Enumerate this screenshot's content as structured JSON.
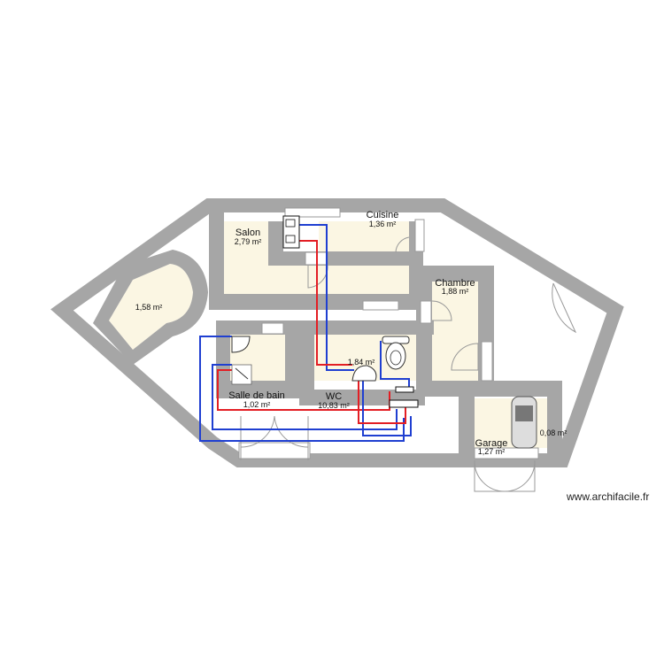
{
  "plan": {
    "colors": {
      "wall": "#a6a6a6",
      "floor": "#fbf6e3",
      "hot_pipe": "#e31e24",
      "cold_pipe": "#1f3fd1",
      "door": "#999999",
      "background": "#ffffff"
    },
    "rooms": [
      {
        "name": "Salon",
        "area": "2,79 m²"
      },
      {
        "name": "Cuisine",
        "area": "1,36 m²"
      },
      {
        "name": "",
        "area": "1,58 m²"
      },
      {
        "name": "Chambre",
        "area": "1,88 m²"
      },
      {
        "name": "",
        "area": "1,84 m²"
      },
      {
        "name": "Salle de bain",
        "area": "1,02 m²"
      },
      {
        "name": "WC",
        "area": "10,83 m²"
      },
      {
        "name": "Garage",
        "area": "1,27 m²"
      },
      {
        "name": "",
        "area": "0,08 m²"
      }
    ],
    "fixtures": [
      "boiler-icon",
      "sink-icon",
      "shower-icon",
      "toilet-icon",
      "washbasin-icon",
      "manifold-icon",
      "car-icon"
    ]
  },
  "watermark": "www.archifacile.fr"
}
